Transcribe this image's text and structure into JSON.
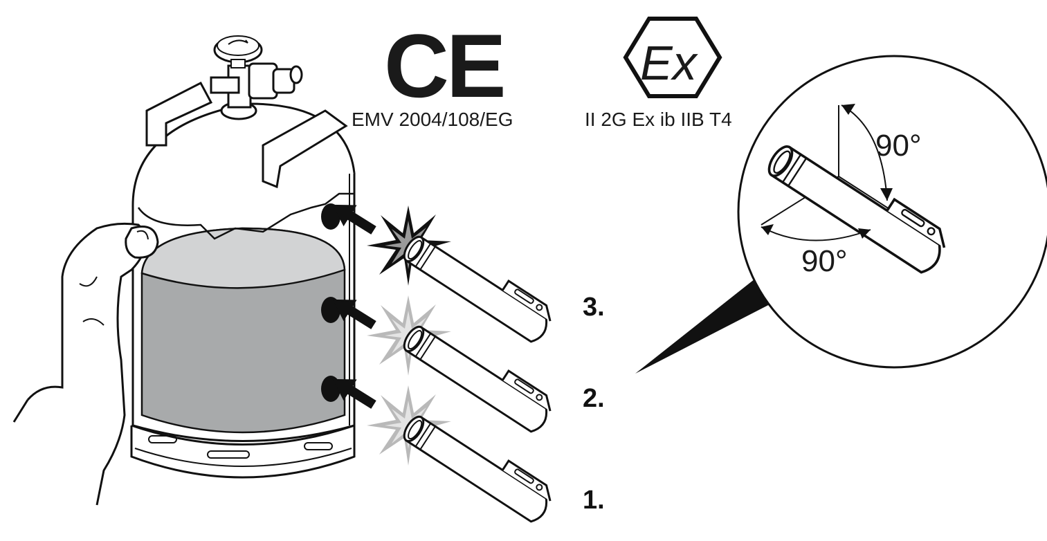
{
  "marks": {
    "ce_symbol": "CE",
    "ce_directive": "EMV 2004/108/EG",
    "ex_symbol": "Ex",
    "ex_classification": "II 2G Ex ib IIB T4"
  },
  "steps": [
    "1.",
    "2.",
    "3."
  ],
  "detail": {
    "angle_top": "90°",
    "angle_bottom": "90°"
  }
}
